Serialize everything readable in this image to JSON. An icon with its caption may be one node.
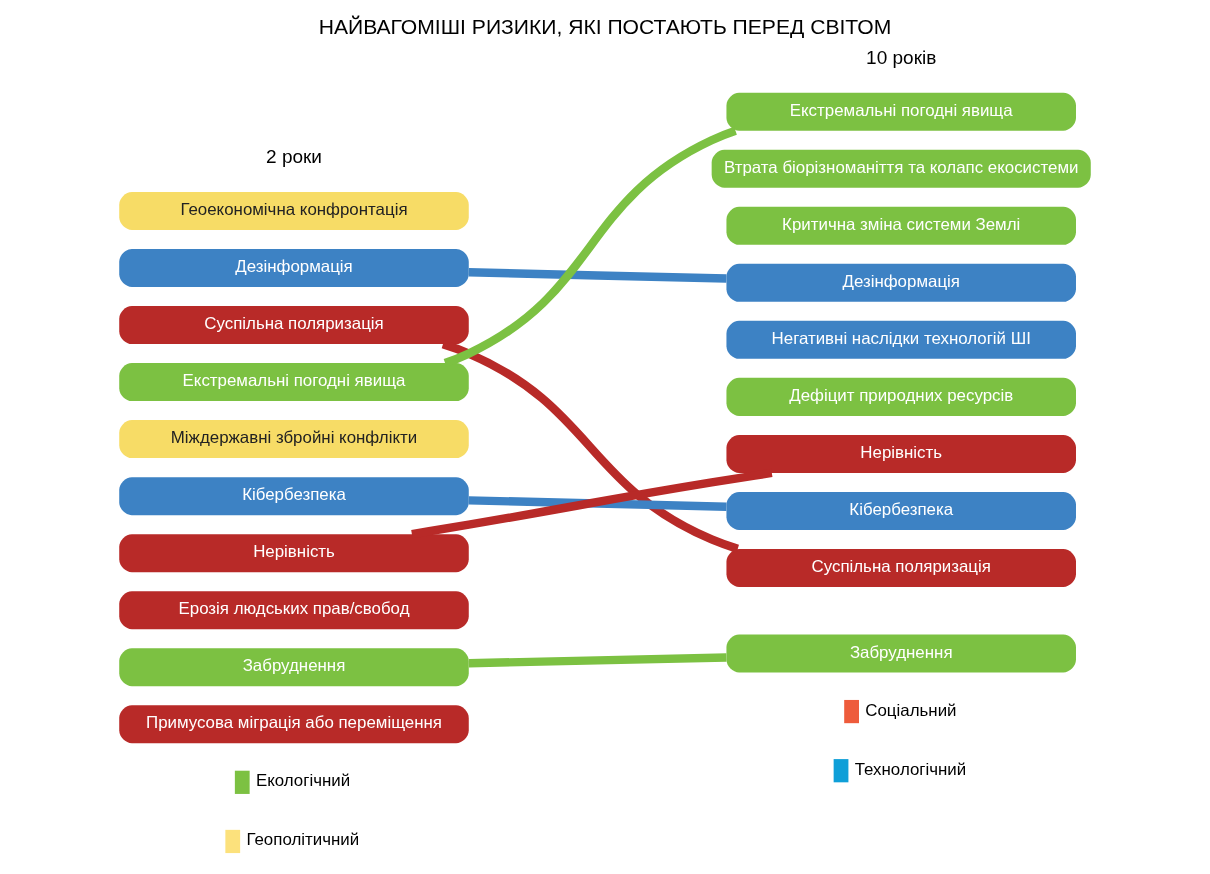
{
  "diagram": {
    "title": "НАЙВАГОМІШІ РИЗИКИ, ЯКІ ПОСТАЮТЬ ПЕРЕД СВІТОМ",
    "nodes": [
      {
        "text": [
          "Геоекономічна конфронтація"
        ]
      },
      {
        "text": [
          "Дезінформація"
        ]
      },
      {
        "text": [
          "Суспільна поляризація"
        ]
      },
      {
        "text": [
          "Екстремальні погодні явища"
        ]
      },
      {
        "text": [
          "Міждержавні збройні конфлікти"
        ]
      },
      {
        "text": [
          "Кібербезпека"
        ]
      },
      {
        "text": [
          "Нерівність"
        ]
      },
      {
        "text": [
          "Ерозія людських прав/свобод"
        ]
      },
      {
        "text": [
          "Забруднення"
        ]
      },
      {
        "text": [
          "Примусова міграція або переміщення"
        ]
      },
      {
        "text": [
          "Екстремальні погодні явища"
        ]
      },
      {
        "text": [
          "Втрата біорізноманіття та колапс екосистеми"
        ]
      },
      {
        "text": [
          "Критична зміна системи Землі"
        ]
      },
      {
        "text": [
          "Дезінформація"
        ]
      },
      {
        "text": [
          "Негативні наслідки технологій ШІ"
        ]
      },
      {
        "text": [
          "Дефіцит природних ресурсів"
        ]
      },
      {
        "text": [
          "Нерівність"
        ]
      },
      {
        "text": [
          "Кібербезпека"
        ]
      },
      {
        "text": [
          "Суспільна поляризація"
        ]
      },
      {
        "text": [
          "Забруднення"
        ]
      }
    ],
    "edges": [
      {
        "from": 1,
        "to": 13,
        "arrow": "none",
        "color": "#3d82c4"
      },
      {
        "from": 2,
        "to": 18,
        "arrow": "none",
        "color": "#b82a28"
      },
      {
        "from": 3,
        "to": 10,
        "arrow": "none",
        "color": "#7cc142"
      },
      {
        "from": 5,
        "to": 17,
        "arrow": "none",
        "color": "#3d82c4"
      },
      {
        "from": 6,
        "to": 16,
        "arrow": "none",
        "color": "#b82a28"
      },
      {
        "from": 8,
        "to": 19,
        "arrow": "none",
        "color": "#7cc142"
      }
    ],
    "labels": [
      "2 роки",
      "10 років"
    ],
    "legend": [
      {
        "text": "Екологічний",
        "color": "#7cc142"
      },
      {
        "text": "Геополітичний",
        "color": "#fce17c"
      },
      {
        "text": "Соціальний",
        "color": "#ee5b3b"
      },
      {
        "text": "Технологічний",
        "color": "#0f9fd8"
      }
    ]
  }
}
